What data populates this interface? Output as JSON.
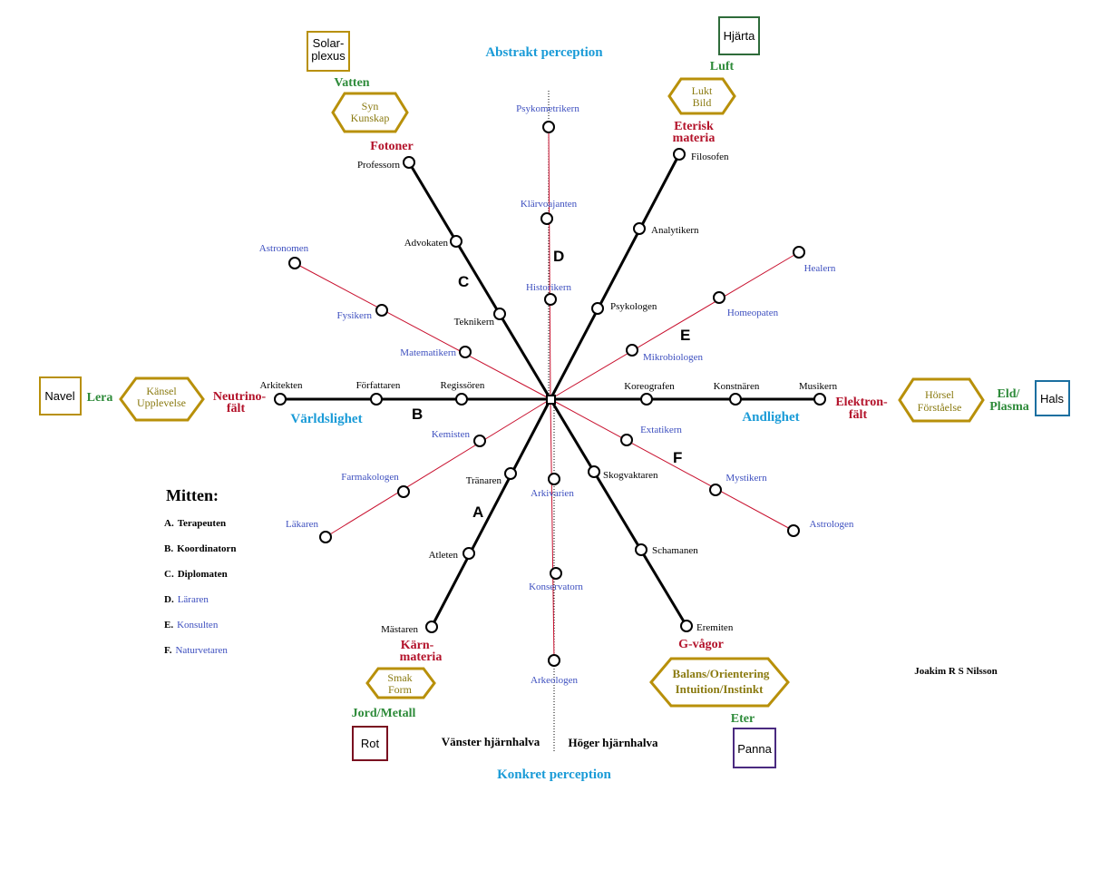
{
  "axes": {
    "top": "Abstrakt perception",
    "bottom": "Konkret perception",
    "bottom_left": "Vänster hjärnhalva",
    "bottom_right": "Höger hjärnhalva",
    "left": "Världslighet",
    "right": "Andlighet"
  },
  "letters": {
    "A": "A",
    "B": "B",
    "C": "C",
    "D": "D",
    "E": "E",
    "F": "F"
  },
  "nodes": {
    "professorn": "Professorn",
    "advokaten": "Advokaten",
    "teknikern": "Teknikern",
    "filosofen": "Filosofen",
    "analytikern": "Analytikern",
    "psykologen": "Psykologen",
    "psykometrikern": "Psykometrikern",
    "klarvoajanten": "Klärvoajanten",
    "historikern": "Historikern",
    "astronomen": "Astronomen",
    "fysikern": "Fysikern",
    "matematikern": "Matematikern",
    "healern": "Healern",
    "homeopaten": "Homeopaten",
    "mikrobiologen": "Mikrobiologen",
    "arkitekten": "Arkitekten",
    "forfattaren": "Författaren",
    "regissoren": "Regissören",
    "koreografen": "Koreografen",
    "konstnaren": "Konstnären",
    "musikern": "Musikern",
    "kemisten": "Kemisten",
    "farmakologen": "Farmakologen",
    "lakaren": "Läkaren",
    "extatikern": "Extatikern",
    "mystikern": "Mystikern",
    "astrologen": "Astrologen",
    "tranaren": "Tränaren",
    "atleten": "Atleten",
    "mastaren": "Mästaren",
    "skogvaktaren": "Skogvaktaren",
    "schamanen": "Schamanen",
    "eremiten": "Eremiten",
    "arkivarien": "Arkivarien",
    "konservatorn": "Konservatorn",
    "arkeologen": "Arkeologen"
  },
  "fields": {
    "fotoner": "Fotoner",
    "eterisk_1": "Eterisk",
    "eterisk_2": "materia",
    "neutrino_1": "Neutrino-",
    "neutrino_2": "fält",
    "elektron_1": "Elektron-",
    "elektron_2": "fält",
    "karn_1": "Kärn-",
    "karn_2": "materia",
    "gvagor": "G-vågor"
  },
  "elements": {
    "vatten": "Vatten",
    "luft": "Luft",
    "lera": "Lera",
    "eld_1": "Eld/",
    "eld_2": "Plasma",
    "jord": "Jord/Metall",
    "eter": "Eter"
  },
  "senses": {
    "syn_1": "Syn",
    "syn_2": "Kunskap",
    "lukt_1": "Lukt",
    "lukt_2": "Bild",
    "kansel_1": "Känsel",
    "kansel_2": "Upplevelse",
    "horsel_1": "Hörsel",
    "horsel_2": "Förståelse",
    "smak_1": "Smak",
    "smak_2": "Form",
    "balans_1": "Balans/Orientering",
    "balans_2": "Intuition/Instinkt"
  },
  "chakras": {
    "solar_1": "Solar-",
    "solar_2": "plexus",
    "hjarta": "Hjärta",
    "navel": "Navel",
    "hals": "Hals",
    "rot": "Rot",
    "panna": "Panna"
  },
  "legend": {
    "title": "Mitten:",
    "items": [
      {
        "key": "A.",
        "value": "Terapeuten"
      },
      {
        "key": "B.",
        "value": "Koordinatorn"
      },
      {
        "key": "C.",
        "value": "Diplomaten"
      },
      {
        "key": "D.",
        "value": "Läraren"
      },
      {
        "key": "E.",
        "value": "Konsulten"
      },
      {
        "key": "F.",
        "value": "Naturvetaren"
      }
    ]
  },
  "author": "Joakim R S Nilsson",
  "colors": {
    "black_line": "#000000",
    "red_line": "#c8102e",
    "red_text": "#b3122a",
    "blue_text": "#3d4fbf",
    "cyan_text": "#1a9bd7",
    "green_text": "#2e8b3a",
    "gold": "#b8900a",
    "olive_text": "#8a7a10"
  }
}
